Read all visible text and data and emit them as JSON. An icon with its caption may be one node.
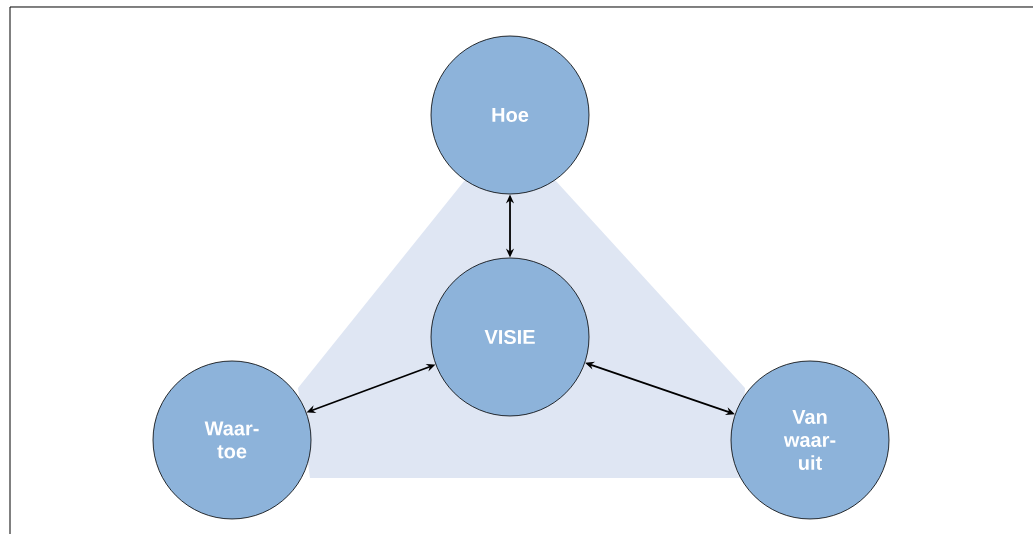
{
  "diagram": {
    "nodes": [
      {
        "text": [
          "Hoe"
        ]
      },
      {
        "text": [
          "VISIE"
        ]
      },
      {
        "text": [
          "Waar- toe"
        ]
      },
      {
        "text": [
          "Van waar- uit"
        ]
      }
    ],
    "edges": [
      {
        "from": 0,
        "to": 1,
        "arrow": "both"
      },
      {
        "from": 2,
        "to": 1,
        "arrow": "both"
      },
      {
        "from": 1,
        "to": 3,
        "arrow": "both"
      }
    ]
  }
}
